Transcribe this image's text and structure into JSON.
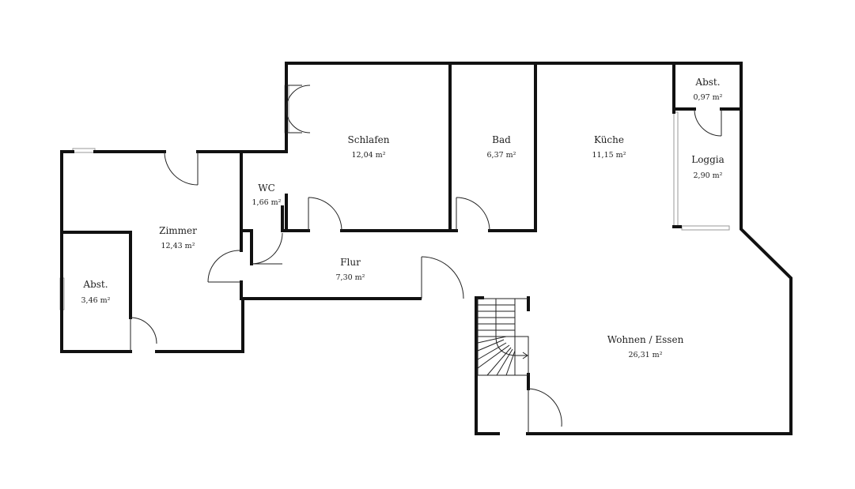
{
  "rooms": [
    {
      "id": "schlafen",
      "name": "Schlafen",
      "area": "12,04 m²"
    },
    {
      "id": "bad",
      "name": "Bad",
      "area": "6,37 m²"
    },
    {
      "id": "kueche",
      "name": "Küche",
      "area": "11,15 m²"
    },
    {
      "id": "abst-small",
      "name": "Abst.",
      "area": "0,97 m²"
    },
    {
      "id": "loggia",
      "name": "Loggia",
      "area": "2,90 m²"
    },
    {
      "id": "wc",
      "name": "WC",
      "area": "1,66 m²"
    },
    {
      "id": "zimmer",
      "name": "Zimmer",
      "area": "12,43 m²"
    },
    {
      "id": "flur",
      "name": "Flur",
      "area": "7,30 m²"
    },
    {
      "id": "abst",
      "name": "Abst.",
      "area": "3,46 m²"
    },
    {
      "id": "wohnen",
      "name": "Wohnen / Essen",
      "area": "26,31 m²"
    }
  ]
}
